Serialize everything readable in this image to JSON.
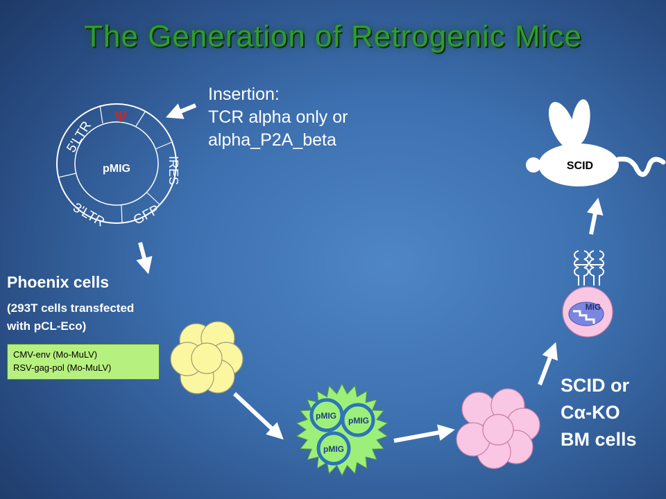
{
  "slide": {
    "title": "The Generation of Retrogenic Mice"
  },
  "plasmid": {
    "center_label": "pMIG",
    "segment_psi": "Ψ",
    "segment_5ltr": "5'LTR",
    "segment_ires": "IRES",
    "segment_gfp": "GFP",
    "segment_3ltr": "3'LTR"
  },
  "insertion": {
    "line1": "Insertion:",
    "line2": "TCR alpha only or",
    "line3": "alpha_P2A_beta"
  },
  "phoenix": {
    "title": "Phoenix cells",
    "sub_line1": "(293T cells transfected",
    "sub_line2": "with pCL-Eco)",
    "helper_line1": "CMV-env (Mo-MuLV)",
    "helper_line2": "RSV-gag-pol (Mo-MuLV)"
  },
  "virus": {
    "label1": "pMIG",
    "label2": "pMIG",
    "label3": "pMIG"
  },
  "bm_cells": {
    "line1": "SCID or",
    "line2_prefix": "C",
    "line2_greek": "α",
    "line2_suffix": "-KO",
    "line3": "BM cells"
  },
  "transduced_cell": {
    "label": "MIG"
  },
  "mouse": {
    "label": "SCID"
  },
  "colors": {
    "title_green": "#2e9d2e",
    "phoenix_yellow": "#fbf7a0",
    "bm_pink": "#f9c6e4",
    "virus_green": "#9cf07a",
    "virus_ring_blue": "#2f73b8",
    "helper_box_green": "#b6f07e",
    "psi_red": "#c62828"
  }
}
